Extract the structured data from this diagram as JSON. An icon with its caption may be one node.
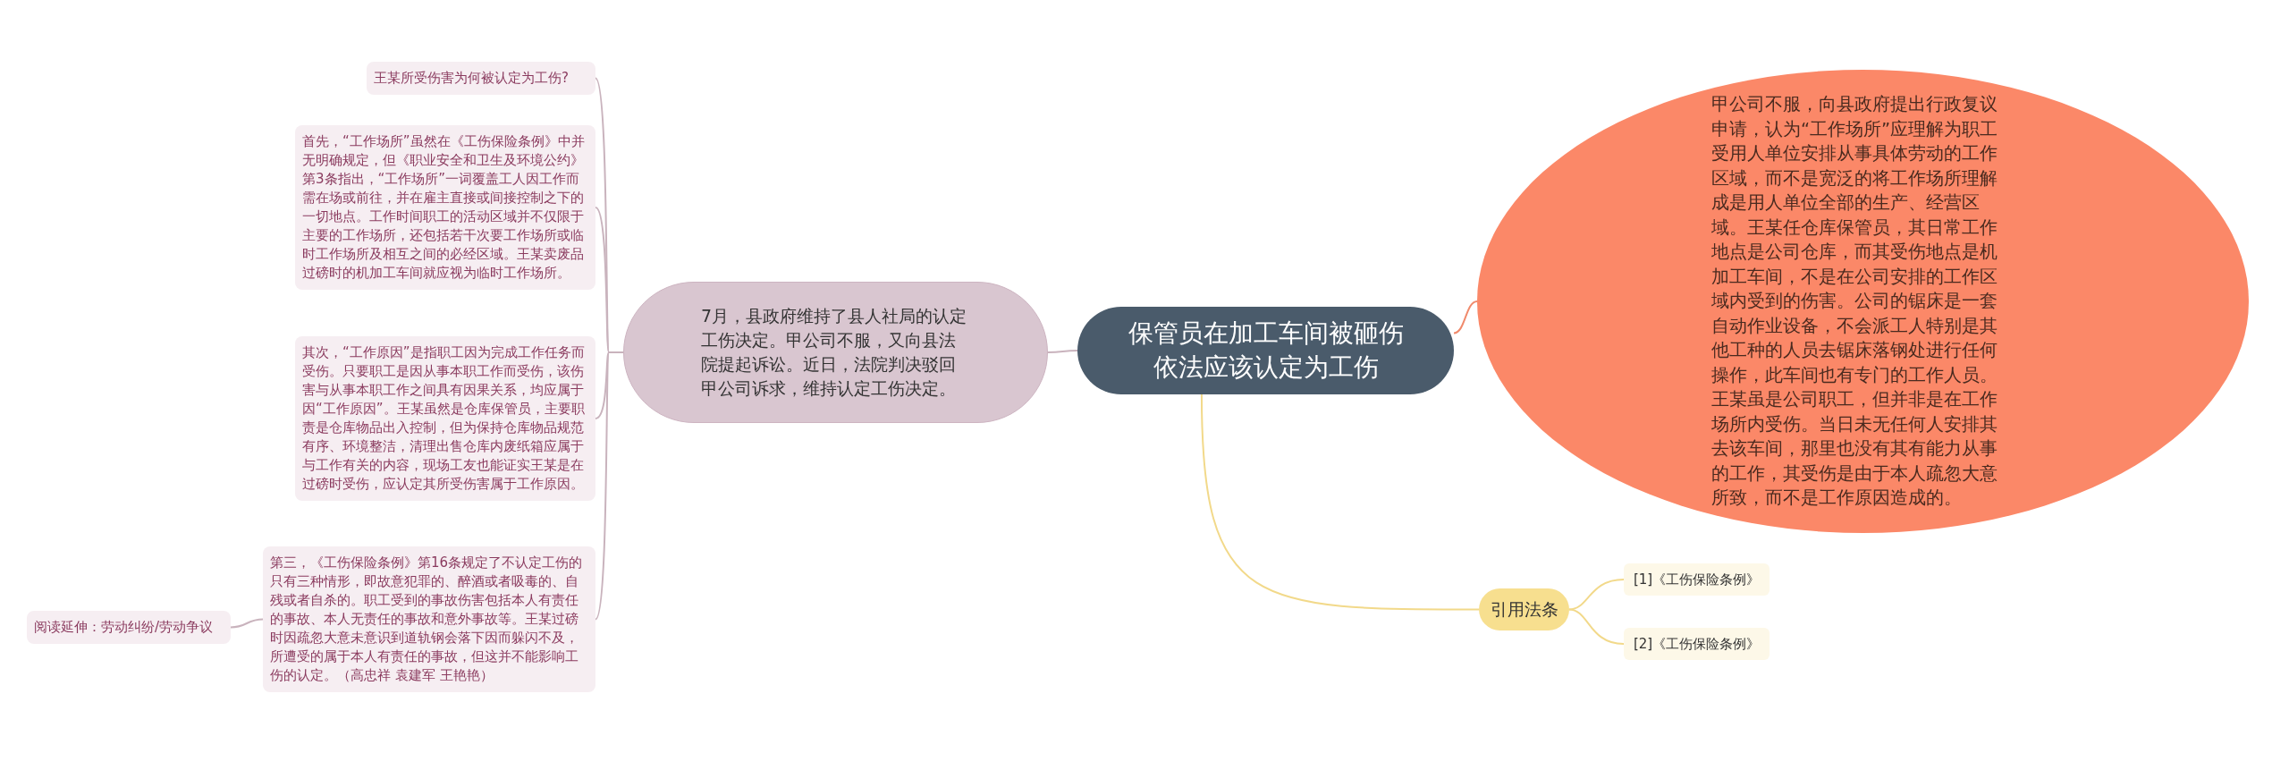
{
  "diagram": {
    "nodes": [
      {
        "text": [
          "保管员在加工车间被砸伤依法应该认定为工伤"
        ]
      },
      {
        "text": [
          "7月，县政府维持了县人社局的认定工伤决定。甲公司不服，又向县法院提起诉讼。近日，法院判决驳回甲公司诉求，维持认定工伤决定。"
        ]
      },
      {
        "text": [
          "王某所受伤害为何被认定为工伤?"
        ]
      },
      {
        "text": [
          "首先，“工作场所”虽然在《工伤保险条例》中并无明确规定，但《职业安全和卫生及环境公约》第3条指出，“工作场所”一词覆盖工人因工作而需在场或前往，并在雇主直接或间接控制之下的一切地点。工作时间职工的活动区域并不仅限于主要的工作场所，还包括若干次要工作场所或临时工作场所及相互之间的必经区域。王某卖废品过磅时的机加工车间就应视为临时工作场所。"
        ]
      },
      {
        "text": [
          "其次，“工作原因”是指职工因为完成工作任务而受伤。只要职工是因从事本职工作而受伤，该伤害与从事本职工作之间具有因果关系，均应属于因“工作原因”。王某虽然是仓库保管员，主要职责是仓库物品出入控制，但为保持仓库物品规范有序、环境整洁，清理出售仓库内废纸箱应属于与工作有关的内容，现场工友也能证实王某是在过磅时受伤，应认定其所受伤害属于工作原因。"
        ]
      },
      {
        "text": [
          "第三，《工伤保险条例》第16条规定了不认定工伤的只有三种情形，即故意犯罪的、醉酒或者吸毒的、自残或者自杀的。职工受到的事故伤害包括本人有责任的事故、本人无责任的事故和意外事故等。王某过磅时因疏忽大意未意识到道轨钢会落下因而躲闪不及，所遭受的属于本人有责任的事故，但这并不能影响工伤的认定。（高忠祥 袁建军 王艳艳）"
        ]
      },
      {
        "text": [
          "阅读延伸：劳动纠纷/劳动争议"
        ]
      },
      {
        "text": [
          "甲公司不服，向县政府提出行政复议申请，认为“工作场所”应理解为职工受用人单位安排从事具体劳动的工作区域，而不是宽泛的将工作场所理解成是用人单位全部的生产、经营区域。王某任仓库保管员，其日常工作地点是公司仓库，而其受伤地点是机加工车间，不是在公司安排的工作区域内受到的伤害。公司的锯床是一套自动作业设备，不会派工人特别是其他工种的人员去锯床落钢处进行任何操作，此车间也有专门的工作人员。王某虽是公司职工，但并非是在工作场所内受伤。当日未无任何人安排其去该车间，那里也没有其有能力从事的工作，其受伤是由于本人疏忽大意所致，而不是工作原因造成的。"
        ]
      },
      {
        "text": [
          "引用法条"
        ]
      },
      {
        "text": [
          "[1]《工伤保险条例》"
        ]
      },
      {
        "text": [
          "[2]《工伤保险条例》"
        ]
      }
    ],
    "edges": [
      {
        "from": 0,
        "to": 7,
        "arrow": "none",
        "color": "#f08a6c"
      },
      {
        "from": 0,
        "to": 1,
        "arrow": "none"
      },
      {
        "from": 0,
        "to": 8,
        "arrow": "none",
        "color": "#f2d98a"
      },
      {
        "from": 1,
        "to": 2,
        "arrow": "none"
      },
      {
        "from": 1,
        "to": 3,
        "arrow": "none"
      },
      {
        "from": 1,
        "to": 4,
        "arrow": "none"
      },
      {
        "from": 1,
        "to": 5,
        "arrow": "none"
      },
      {
        "from": 5,
        "to": 6,
        "arrow": "none"
      },
      {
        "from": 8,
        "to": 9,
        "arrow": "none",
        "color": "#f2d98a"
      },
      {
        "from": 8,
        "to": 10,
        "arrow": "none",
        "color": "#f2d98a"
      }
    ]
  }
}
